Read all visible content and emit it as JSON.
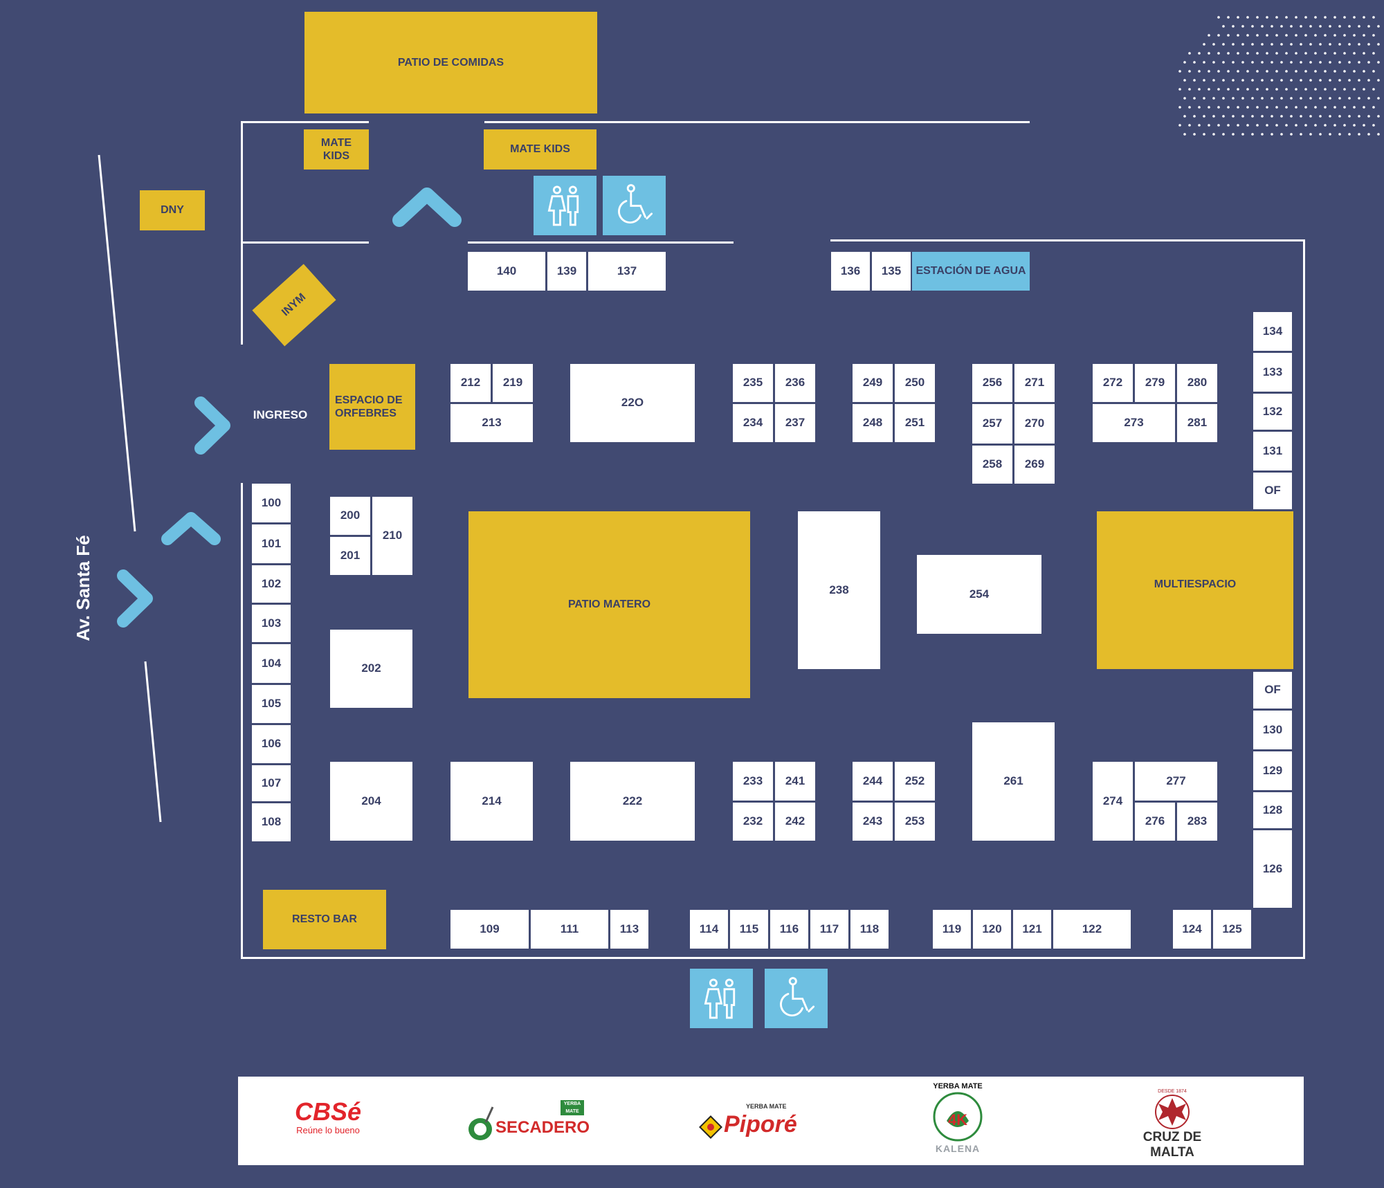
{
  "street": "Av. Santa Fé",
  "entrance": "INGRESO",
  "zones": {
    "patio_comidas": "PATIO DE COMIDAS",
    "mate_kids_1": "MATE KIDS",
    "mate_kids_2": "MATE KIDS",
    "dny": "DNY",
    "inym": "INYM",
    "orfebres": "ESPACIO DE ORFEBRES",
    "patio_matero": "PATIO MATERO",
    "multiespacio": "MULTIESPACIO",
    "resto_bar": "RESTO BAR"
  },
  "water_station": "ESTACIÓN DE AGUA",
  "stands": {
    "s140": "140",
    "s139": "139",
    "s137": "137",
    "s136": "136",
    "s135": "135",
    "s134": "134",
    "s133": "133",
    "s132": "132",
    "s131": "131",
    "of1": "OF",
    "of2": "OF",
    "s130": "130",
    "s129": "129",
    "s128": "128",
    "s126": "126",
    "s100": "100",
    "s101": "101",
    "s102": "102",
    "s103": "103",
    "s104": "104",
    "s105": "105",
    "s106": "106",
    "s107": "107",
    "s108": "108",
    "s200": "200",
    "s201": "201",
    "s210": "210",
    "s202": "202",
    "s204": "204",
    "s212": "212",
    "s219": "219",
    "s213": "213",
    "s220": "22O",
    "s235": "235",
    "s236": "236",
    "s234": "234",
    "s237": "237",
    "s249": "249",
    "s250": "250",
    "s248": "248",
    "s251": "251",
    "s256": "256",
    "s271": "271",
    "s257": "257",
    "s270": "270",
    "s258": "258",
    "s269": "269",
    "s272": "272",
    "s279": "279",
    "s280": "280",
    "s273": "273",
    "s281": "281",
    "s238": "238",
    "s254": "254",
    "s214": "214",
    "s222": "222",
    "s233": "233",
    "s241": "241",
    "s232": "232",
    "s242": "242",
    "s244": "244",
    "s252": "252",
    "s243": "243",
    "s253": "253",
    "s261": "261",
    "s274": "274",
    "s277": "277",
    "s276": "276",
    "s283": "283",
    "s109": "109",
    "s111": "111",
    "s113": "113",
    "s114": "114",
    "s115": "115",
    "s116": "116",
    "s117": "117",
    "s118": "118",
    "s119": "119",
    "s120": "120",
    "s121": "121",
    "s122": "122",
    "s124": "124",
    "s125": "125"
  },
  "sponsors": {
    "cbse": "CBSé",
    "cbse_tagline": "Reúne lo bueno",
    "secadero": "SECADERO",
    "secadero_badge": "YERBA MATE",
    "pipore": "Piporé",
    "pipore_tag": "YERBA MATE",
    "kalena_top": "YERBA MATE",
    "kalena": "KALENA",
    "cruz": "CRUZ DE MALTA",
    "cruz_desde": "DESDE 1874"
  },
  "icons": [
    "restroom-icon",
    "accessible-icon",
    "chevron-right-icon",
    "chevron-up-icon"
  ],
  "colors": {
    "background": "#414a72",
    "zone": "#e4bc2a",
    "services": "#6ec0e2",
    "stand": "#ffffff",
    "text": "#3a4066"
  }
}
